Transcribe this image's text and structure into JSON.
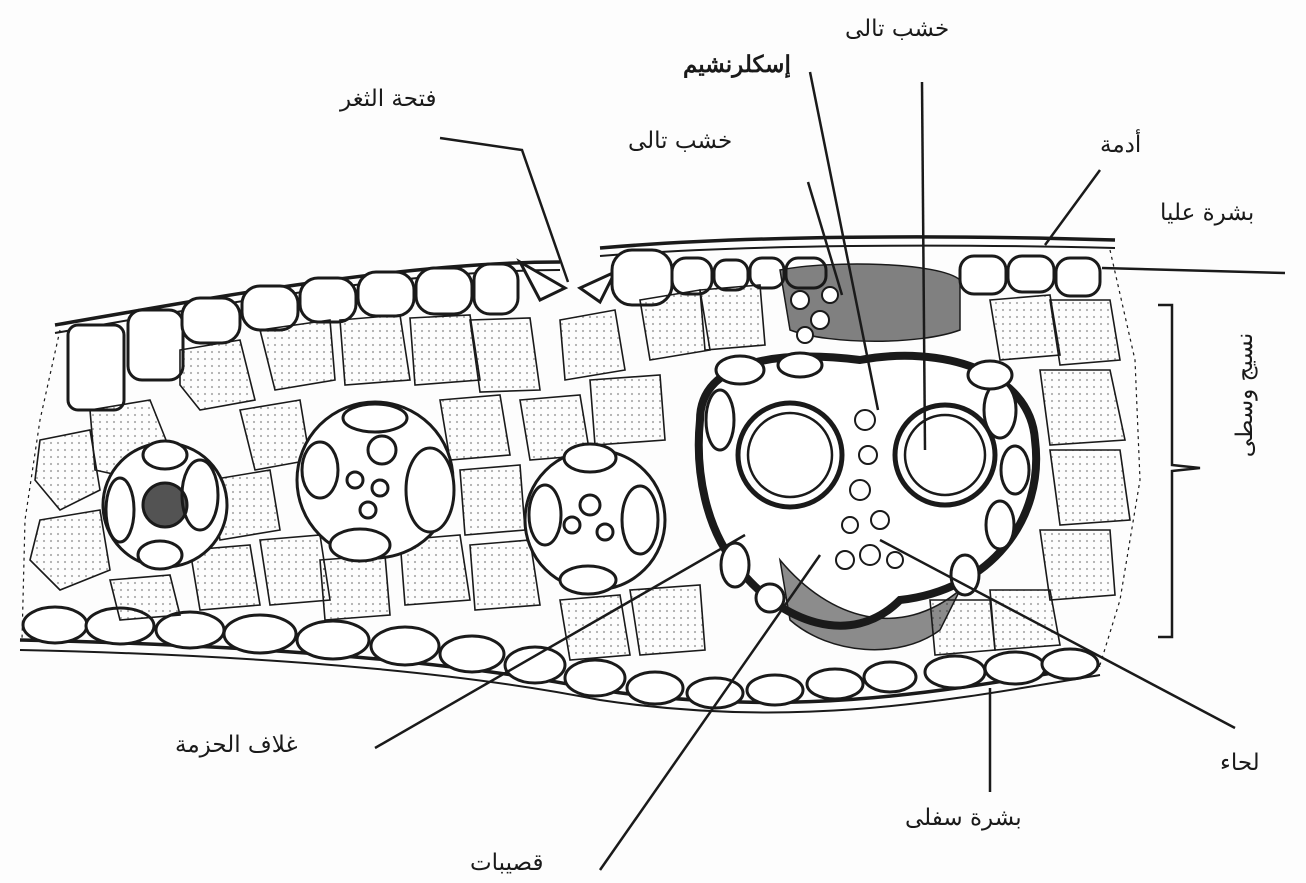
{
  "labels": {
    "stomatal_opening": "فتحة الثغر",
    "xylem_top": "خشب تالى",
    "sclerenchyma": "إسكلرنشيم",
    "xylem_mid": "خشب تالى",
    "cuticle": "أدمة",
    "upper_epidermis": "بشرة عليا",
    "mesophyll": "نسيج وسطى",
    "bundle_sheath": "غلاف الحزمة",
    "tracheids": "قصيبات",
    "lower_epidermis": "بشرة سفلى",
    "phloem": "لحاء"
  },
  "colors": {
    "ink": "#1a1a1a",
    "paper": "#fdfdfd",
    "cell_fill": "#ffffff"
  }
}
